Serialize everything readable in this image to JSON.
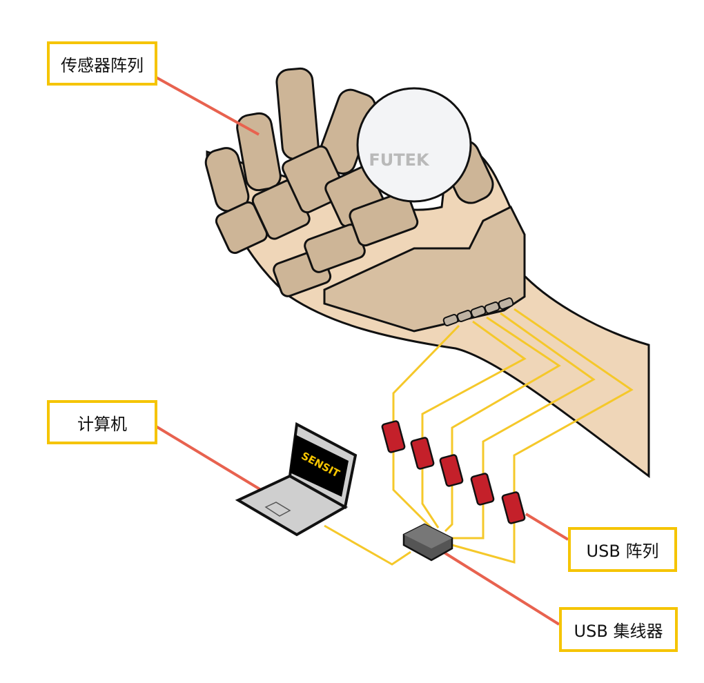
{
  "labels": {
    "sensor_array": "传感器阵列",
    "computer": "计算机",
    "usb_array": "USB 阵列",
    "usb_hub": "USB 集线器"
  },
  "logos": {
    "ball": "FUTEK",
    "laptop_screen": "SENSIT"
  },
  "colors": {
    "label_border": "#f5c400",
    "leader_line": "#e8624f",
    "cable": "#f5c82a",
    "usb_stick": "#c4202a",
    "skin": "#efd6b8",
    "robot": "#cdb597"
  }
}
